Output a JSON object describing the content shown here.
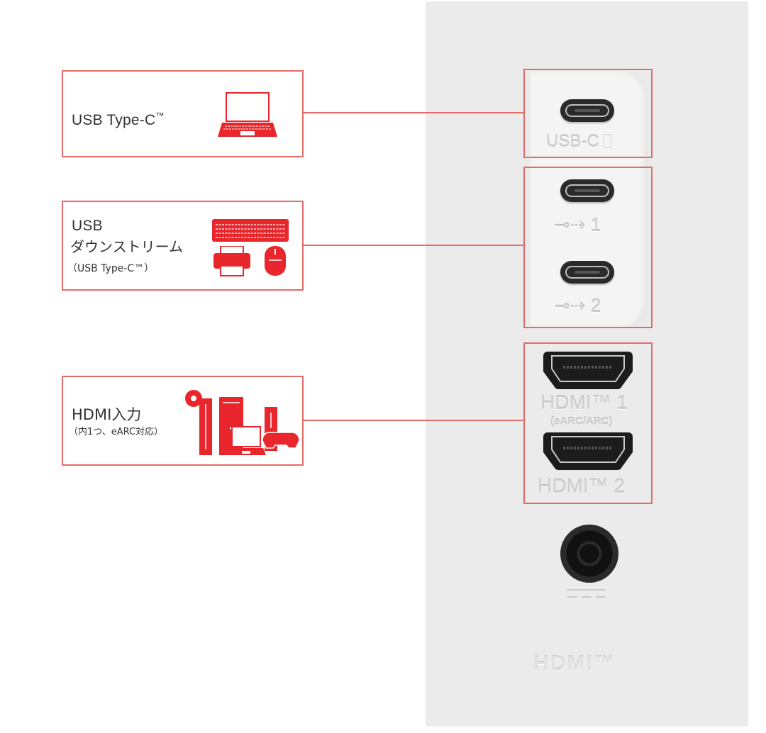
{
  "labels": [
    {
      "id": "usb-c",
      "line1": "USB Type-C",
      "tm": "™",
      "icon": "laptop-icon"
    },
    {
      "id": "usb-downstream",
      "line1": "USB",
      "line2": "ダウンストリーム",
      "line3": "（USB Type-C™）",
      "icons": [
        "keyboard-icon",
        "printer-icon",
        "mouse-icon"
      ]
    },
    {
      "id": "hdmi-in",
      "line1": "HDMI入力",
      "line2": "（内1つ、eARC対応）",
      "icons": [
        "disc-player-icon",
        "pc-tower-icon",
        "laptop-icon",
        "game-console-icon"
      ]
    }
  ],
  "ports": {
    "usbc_label": "USB-C",
    "usbc_icon": "battery-icon",
    "usb_down_1": "1",
    "usb_down_2": "2",
    "hdmi1_label": "HDMI™ 1",
    "hdmi1_sub": "(eARC/ARC)",
    "hdmi2_label": "HDMI™ 2",
    "power_icon": "dc-power-jack-icon",
    "logo": "HDMI™"
  },
  "colors": {
    "accent": "#e56a6a",
    "icon_red": "#e8262b",
    "panel": "#ebebeb"
  }
}
